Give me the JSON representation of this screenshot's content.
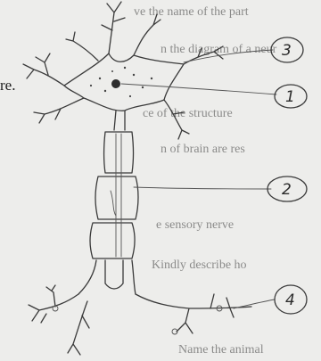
{
  "page": {
    "text_fragment": "re.",
    "bleed_through": [
      "ve the name of the part",
      "n the diagram of a neur",
      "ce of the structure",
      "n of brain are res",
      "e sensory nerve",
      "Kindly describe ho",
      "Name the animal"
    ]
  },
  "diagram": {
    "callouts": [
      {
        "id": "1",
        "label": "1"
      },
      {
        "id": "2",
        "label": "2"
      },
      {
        "id": "3",
        "label": "3"
      },
      {
        "id": "4",
        "label": "4"
      }
    ],
    "colors": {
      "ink": "#3a3a3a",
      "paper": "#ededeb"
    }
  }
}
